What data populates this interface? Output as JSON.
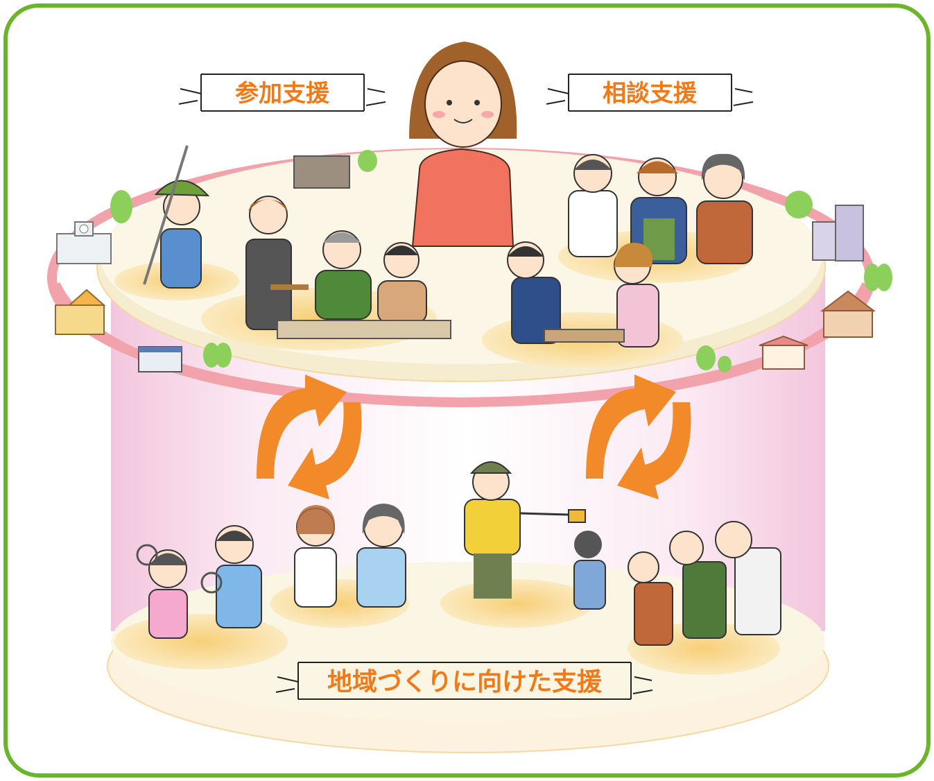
{
  "colors": {
    "frame": "#6bb52a",
    "label_text": "#f07a1a",
    "ring": "#f08a94",
    "ring_light": "#f9c9cc",
    "disk": "#fbf3dc",
    "disk_edge": "#f3d9a4",
    "arrows": "#f28a2a",
    "column_fill": "#f7d6e6"
  },
  "labels": {
    "participation_support": "参加支援",
    "consultation_support": "相談支援",
    "community_support": "地域づくりに向けた支援"
  },
  "icons": [
    "woman-center-icon",
    "farmer-icon",
    "cafe-staff-icon",
    "elderly-man-icon",
    "boy-icon",
    "doctor-icon",
    "apron-worker-icon",
    "woman-counselor-icon",
    "student-desk-icon",
    "counselor-icon",
    "badminton-girl-icon",
    "badminton-boy-icon",
    "chatting-women-icon",
    "crossing-guard-icon",
    "schoolchild-icon",
    "exercising-seniors-icon",
    "building-icon",
    "house-icon",
    "tree-icon"
  ]
}
